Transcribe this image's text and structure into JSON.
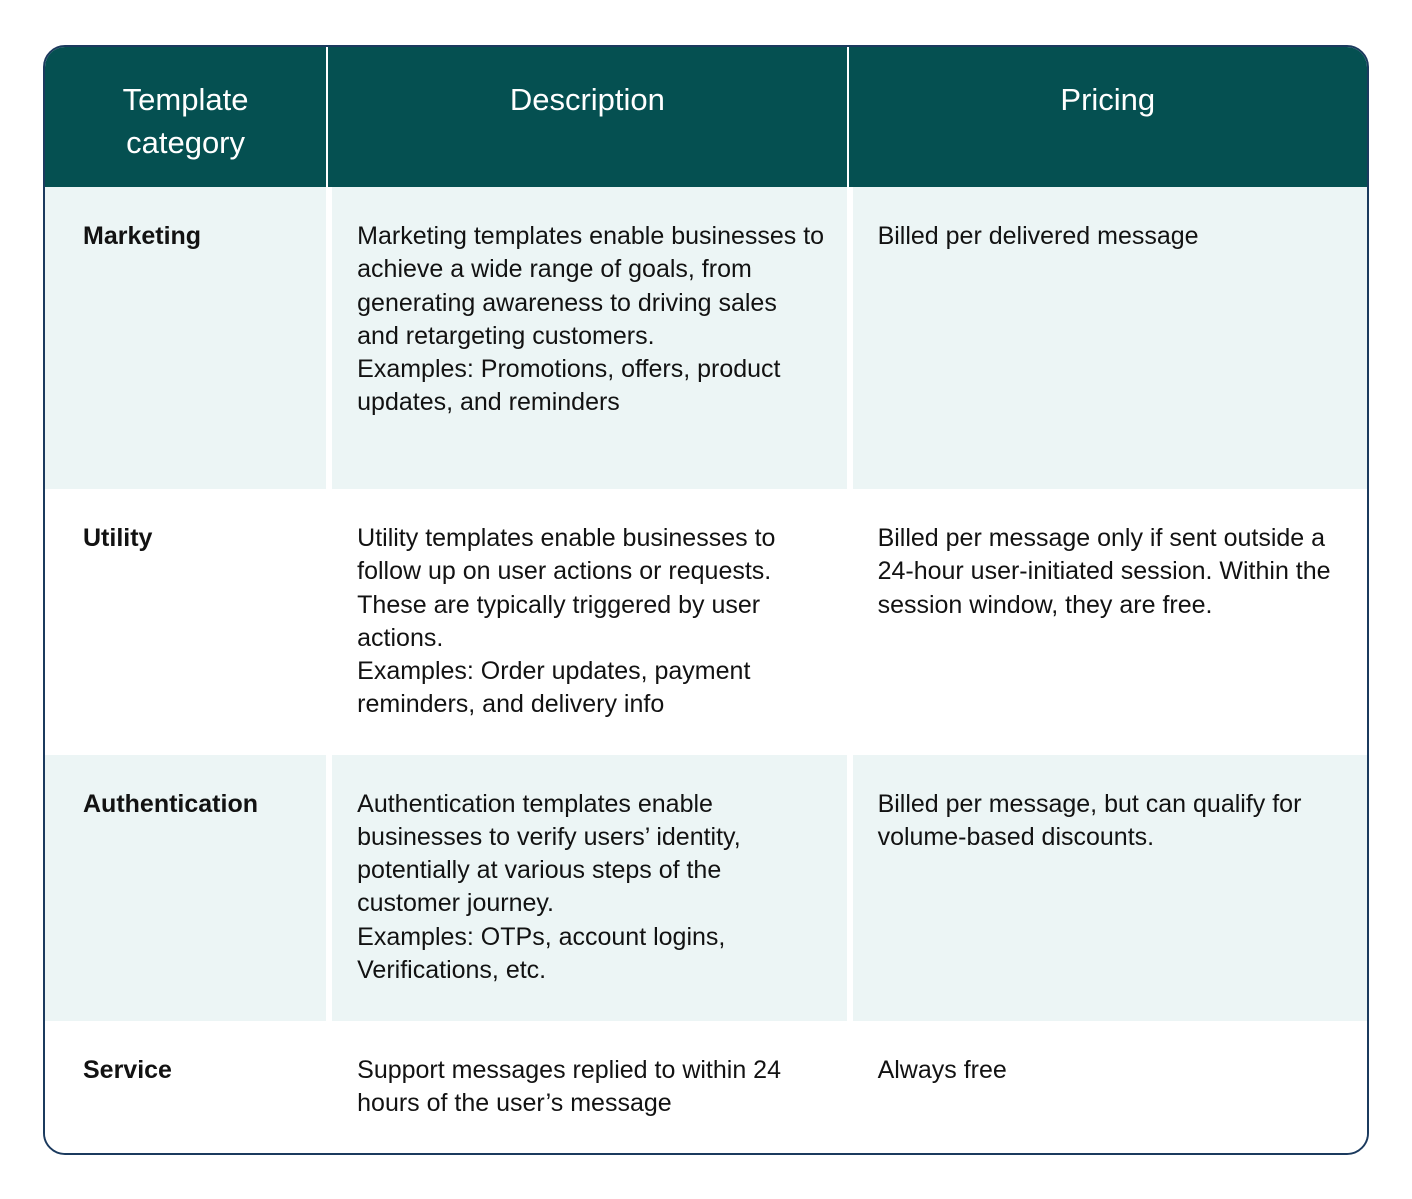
{
  "table": {
    "header": {
      "columns": [
        "Template category",
        "Description",
        "Pricing"
      ]
    },
    "rows": [
      {
        "category": "Marketing",
        "description": "Marketing templates enable businesses to achieve a wide range of goals, from generating awareness to driving sales and retargeting customers.\nExamples: Promotions, offers, product updates, and reminders",
        "pricing": "Billed per delivered message"
      },
      {
        "category": "Utility",
        "description": "Utility templates enable businesses to follow up on user actions or requests. These are typically triggered by user actions.\nExamples: Order updates, payment reminders, and delivery info",
        "pricing": "Billed per message only if sent outside a 24-hour user-initiated session. Within the session window, they are free."
      },
      {
        "category": "Authentication",
        "description": "Authentication templates enable businesses to verify users’ identity, potentially at various steps of the customer journey.\nExamples: OTPs, account logins, Verifications, etc.",
        "pricing": "Billed per message, but can qualify for volume-based discounts."
      },
      {
        "category": "Service",
        "description": "Support messages replied to within 24 hours of the user’s message",
        "pricing": "Always free"
      }
    ],
    "colors": {
      "header_bg": "#055051",
      "header_text": "#ffffff",
      "row_tint": "#ecf5f5",
      "border": "#1b3a5e",
      "body_text": "#121212"
    }
  }
}
